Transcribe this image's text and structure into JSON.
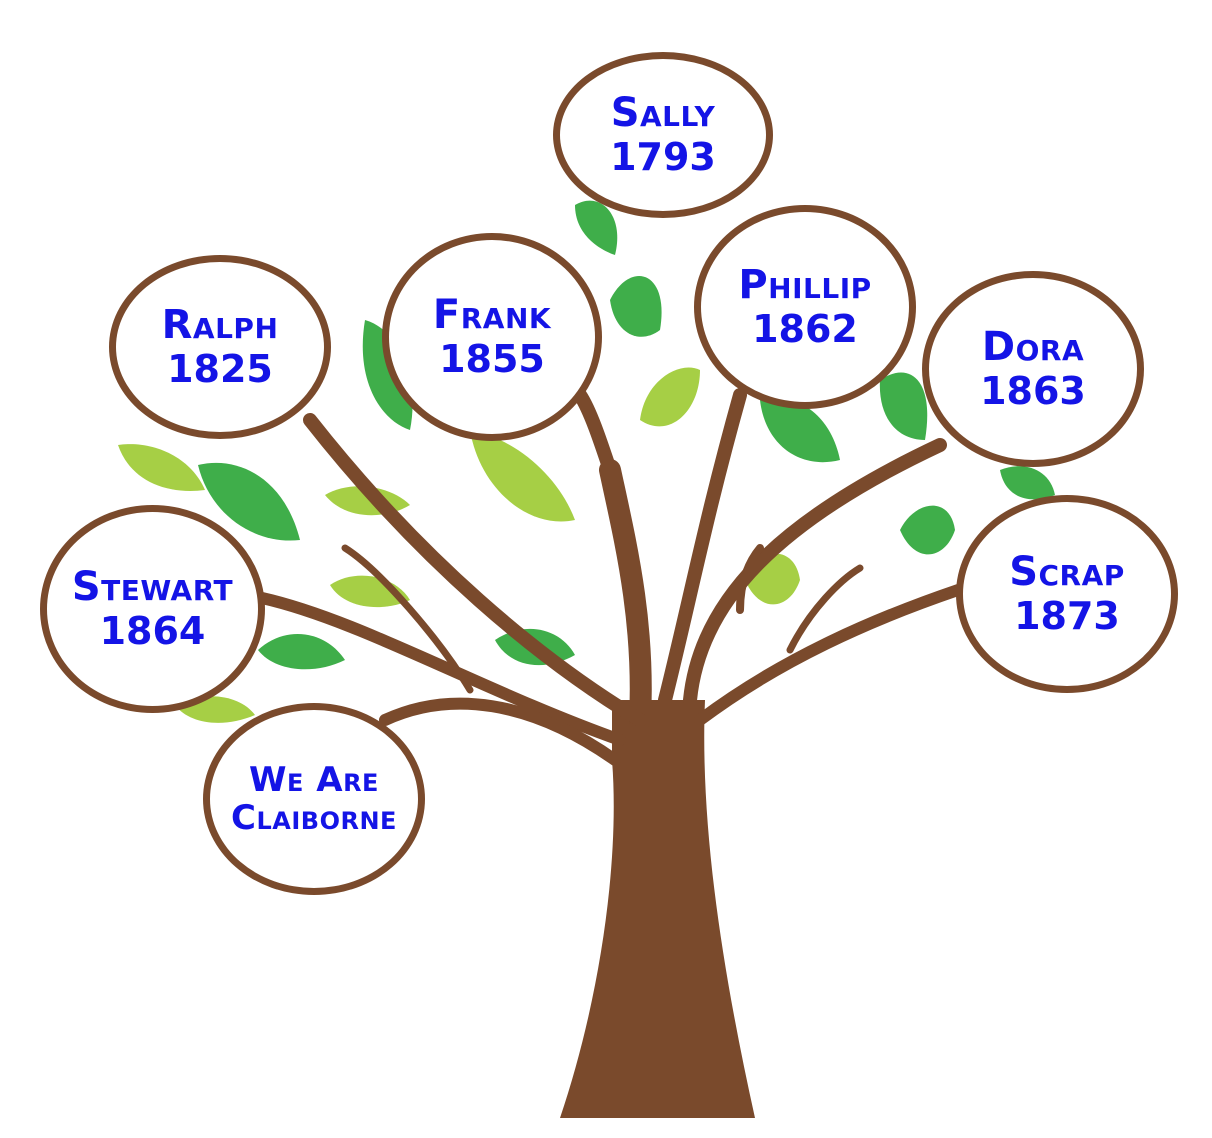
{
  "colors": {
    "trunk": "#7a4a2c",
    "node_text": "#1414e6",
    "leaf_dark": "#3fae4a",
    "leaf_light": "#a6cf45"
  },
  "nodes": [
    {
      "id": "sally",
      "name": "Sally",
      "year": "1793"
    },
    {
      "id": "frank",
      "name": "Frank",
      "year": "1855"
    },
    {
      "id": "phillip",
      "name": "Phillip",
      "year": "1862"
    },
    {
      "id": "ralph",
      "name": "Ralph",
      "year": "1825"
    },
    {
      "id": "dora",
      "name": "Dora",
      "year": "1863"
    },
    {
      "id": "stewart",
      "name": "Stewart",
      "year": "1864"
    },
    {
      "id": "scrap",
      "name": "Scrap",
      "year": "1873"
    },
    {
      "id": "claiborne",
      "name": "We Are",
      "year": "Claiborne"
    }
  ]
}
